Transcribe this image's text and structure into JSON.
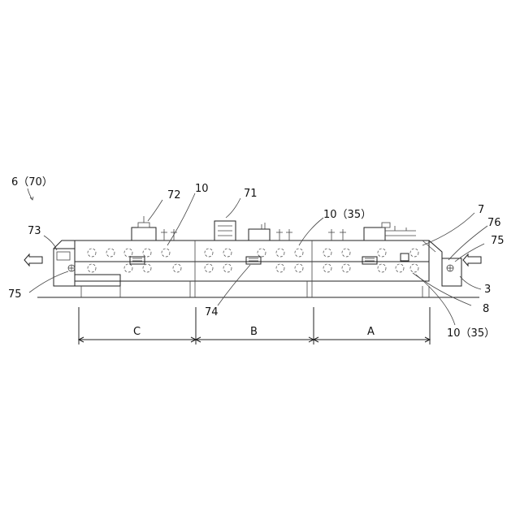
{
  "labels": {
    "machine": "6（70）",
    "l72": "72",
    "l10_top": "10",
    "l71": "71",
    "l10_35_top": "10（35）",
    "l7": "7",
    "l76": "76",
    "l75_right": "75",
    "l73": "73",
    "l75_left": "75",
    "l74": "74",
    "l3": "3",
    "l8": "8",
    "l10_35_bottom": "10（35）"
  },
  "zones": [
    "C",
    "B",
    "A"
  ]
}
